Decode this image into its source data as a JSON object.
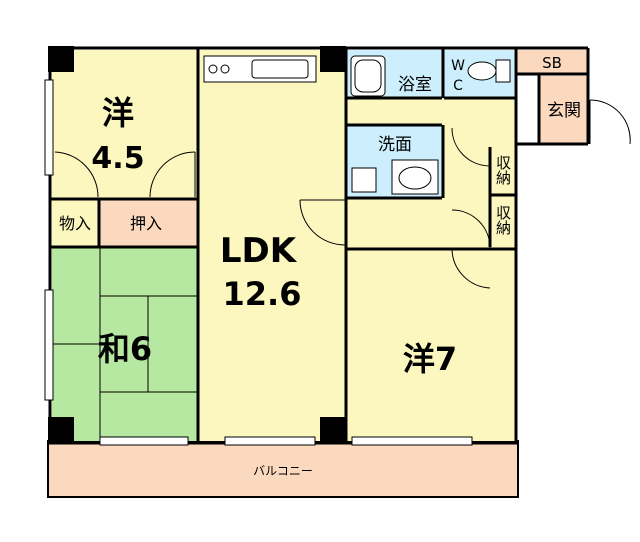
{
  "rooms": {
    "western_top": {
      "name": "洋",
      "size": "4.5"
    },
    "storage_thing": "物入",
    "closet": "押入",
    "japanese": {
      "label": "和6"
    },
    "ldk": {
      "name": "LDK",
      "size": "12.6"
    },
    "western_right": {
      "label": "洋7"
    },
    "bath": "浴室",
    "wc": "W\nC",
    "wc_w": "W",
    "wc_c": "C",
    "sb": "SB",
    "entrance": "玄関",
    "washroom": "洗面",
    "storage_a": "収納",
    "storage_b": "収納",
    "balcony": "バルコニー"
  },
  "colors": {
    "western": "#fbf7bf",
    "japanese": "#b7e8a2",
    "ldk": "#fbf7bf",
    "wet": "#cdeffd",
    "balcony": "#fbd9bf",
    "entrance": "#fbd9bf",
    "wall": "#000000"
  }
}
